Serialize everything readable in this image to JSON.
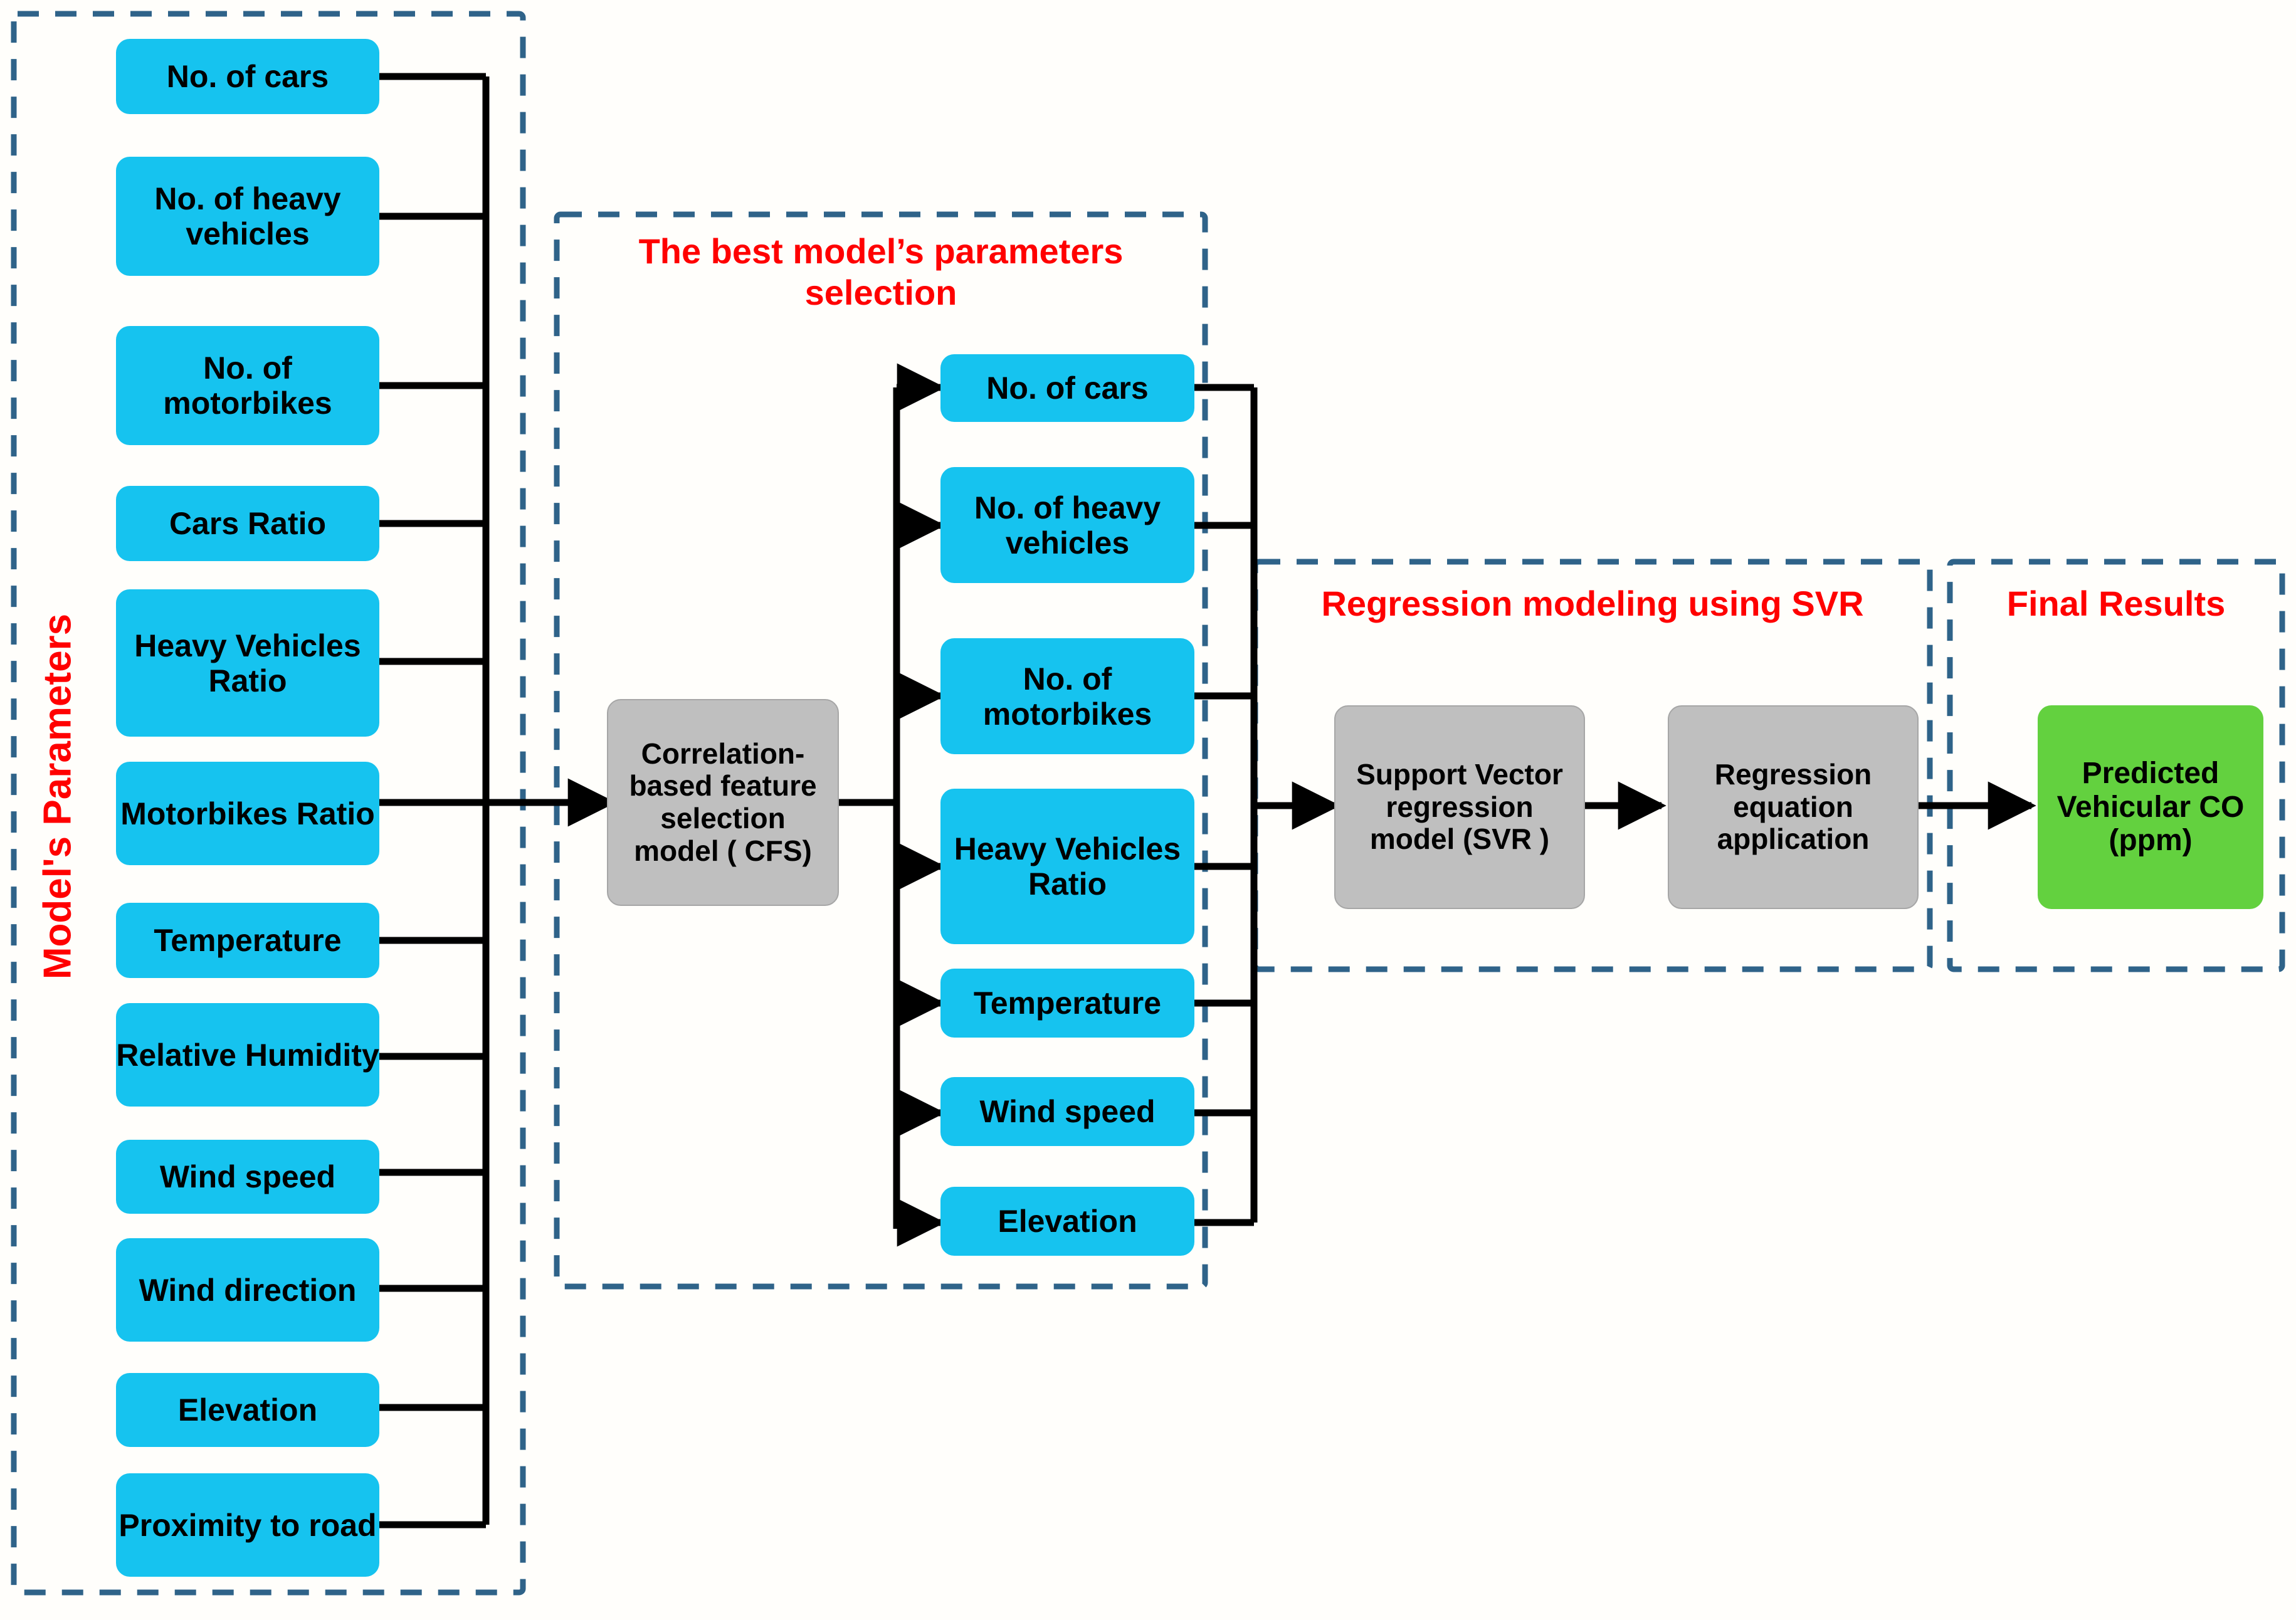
{
  "diagram": {
    "title_colors": {
      "group_title": "#ff0000",
      "dashed_border": "#2f6389"
    },
    "node_colors": {
      "input": "#16c3ef",
      "process": "#bfbfbf",
      "output": "#63d13f"
    },
    "left_group": {
      "vertical_label": "Model's Parameters",
      "items": [
        "No. of cars",
        "No. of heavy vehicles",
        "No. of motorbikes",
        "Cars Ratio",
        "Heavy Vehicles Ratio",
        "Motorbikes Ratio",
        "Temperature",
        "Relative Humidity",
        "Wind speed",
        "Wind direction",
        "Elevation",
        "Proximity to road"
      ]
    },
    "cfs": {
      "label": "Correlation-based feature selection model ( CFS)"
    },
    "middle_group": {
      "title": "The best model’s parameters selection",
      "items": [
        "No. of cars",
        "No. of heavy vehicles",
        "No. of motorbikes",
        "Heavy Vehicles Ratio",
        "Temperature",
        "Wind speed",
        "Elevation"
      ]
    },
    "svr_group": {
      "title": "Regression modeling using SVR",
      "items": [
        "Support Vector regression model (SVR )",
        "Regression equation application"
      ]
    },
    "final_group": {
      "title": "Final Results",
      "items": [
        "Predicted Vehicular CO (ppm)"
      ]
    }
  }
}
